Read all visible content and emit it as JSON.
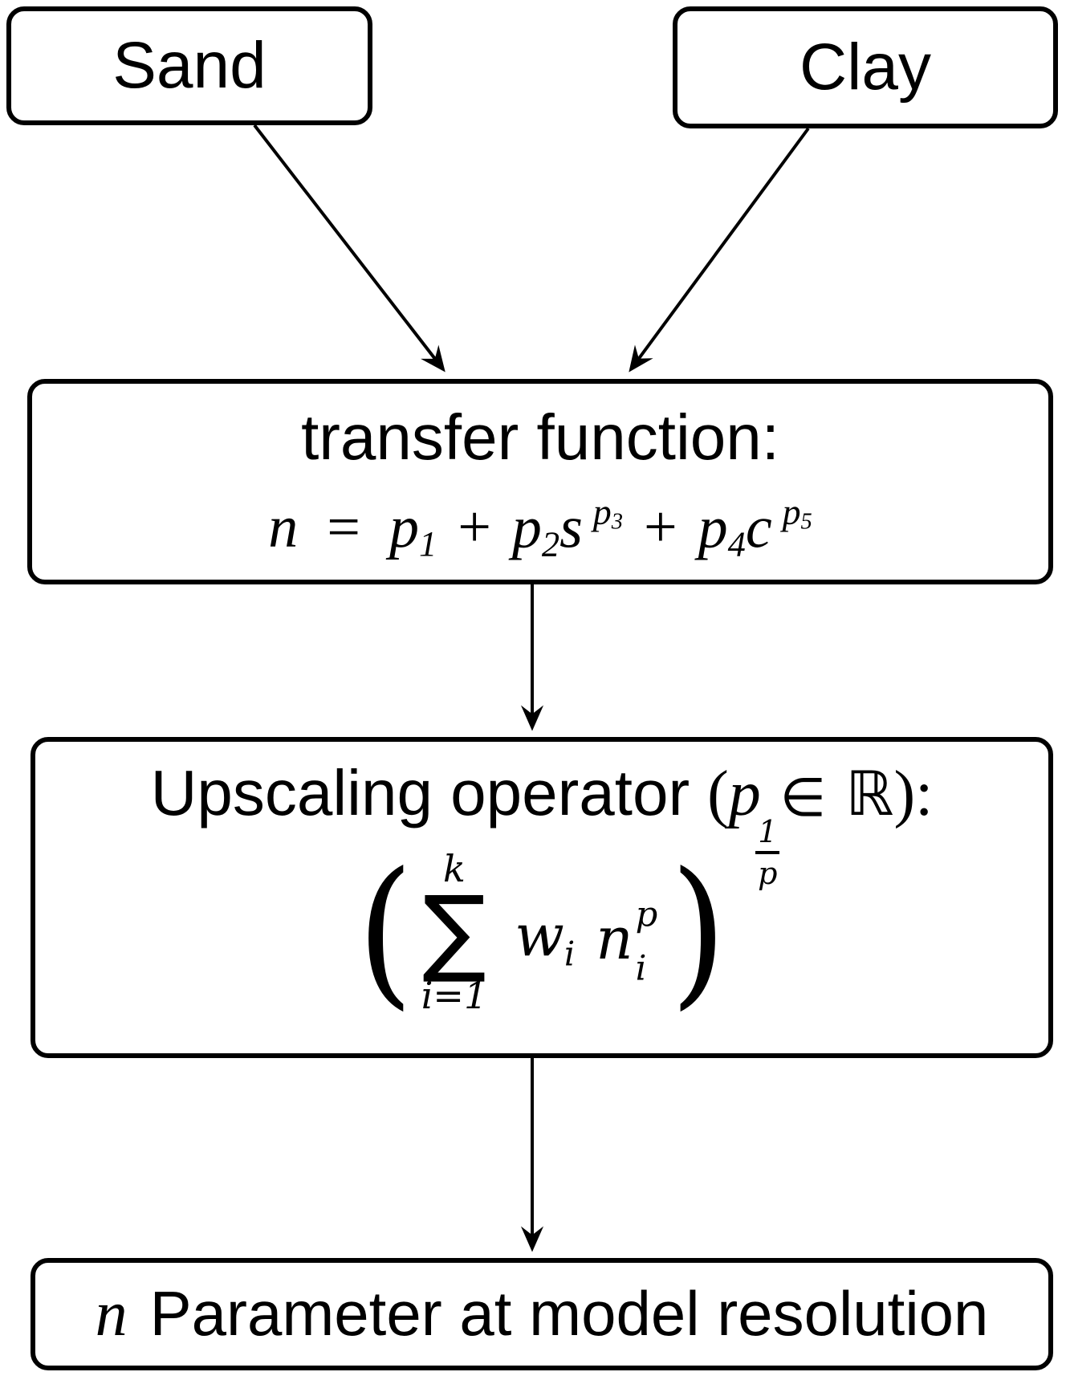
{
  "nodes": {
    "sand": {
      "label": "Sand"
    },
    "clay": {
      "label": "Clay"
    }
  },
  "transfer_box": {
    "title": "transfer function:",
    "equation": {
      "lhs": "n",
      "equals": "=",
      "coef1": {
        "base": "p",
        "sub": "1"
      },
      "plus1": "+",
      "coef2": {
        "base": "p",
        "sub": "2"
      },
      "sand_var": "s",
      "exp_s": {
        "base": "p",
        "sub": "3"
      },
      "plus2": "+",
      "coef4": {
        "base": "p",
        "sub": "4"
      },
      "clay_var": "c",
      "exp_c": {
        "base": "p",
        "sub": "5"
      }
    }
  },
  "upscaling_box": {
    "title": {
      "prefix": "Upscaling operator",
      "open_paren": "(",
      "var": "p",
      "element_of": "∈",
      "reals": "ℝ",
      "close_paren": "):"
    },
    "formula": {
      "open_paren": "(",
      "sum": {
        "upper": "k",
        "symbol": "∑",
        "lower": "i=1"
      },
      "weight": {
        "base": "w",
        "sub": "i"
      },
      "param": {
        "base": "n",
        "sup": "p",
        "sub": "i"
      },
      "close_paren": ")",
      "exponent": {
        "num": "1",
        "den": "p"
      }
    }
  },
  "output_box": {
    "var": "n",
    "label": "Parameter at model resolution"
  },
  "colors": {
    "ink": "#000000",
    "paper": "#ffffff"
  }
}
